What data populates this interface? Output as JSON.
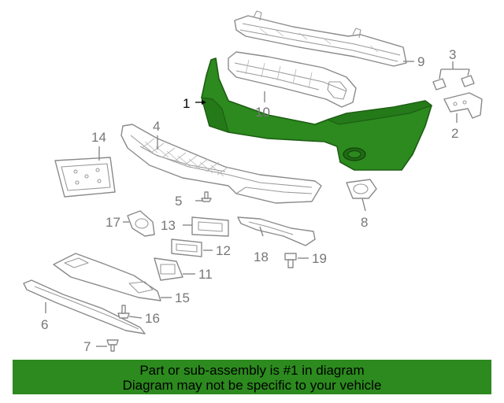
{
  "callouts": {
    "c1": "1",
    "c2": "2",
    "c3": "3",
    "c4": "4",
    "c5": "5",
    "c6": "6",
    "c7": "7",
    "c8": "8",
    "c9": "9",
    "c10": "10",
    "c11": "11",
    "c12": "12",
    "c13": "13",
    "c14": "14",
    "c15": "15",
    "c16": "16",
    "c17": "17",
    "c18": "18",
    "c19": "19"
  },
  "highlight": {
    "part": "1",
    "color": "#2c8a1e"
  },
  "footer": {
    "line1": "Part or sub-assembly is #1 in diagram",
    "line2": "Diagram may not be specific to your vehicle"
  }
}
